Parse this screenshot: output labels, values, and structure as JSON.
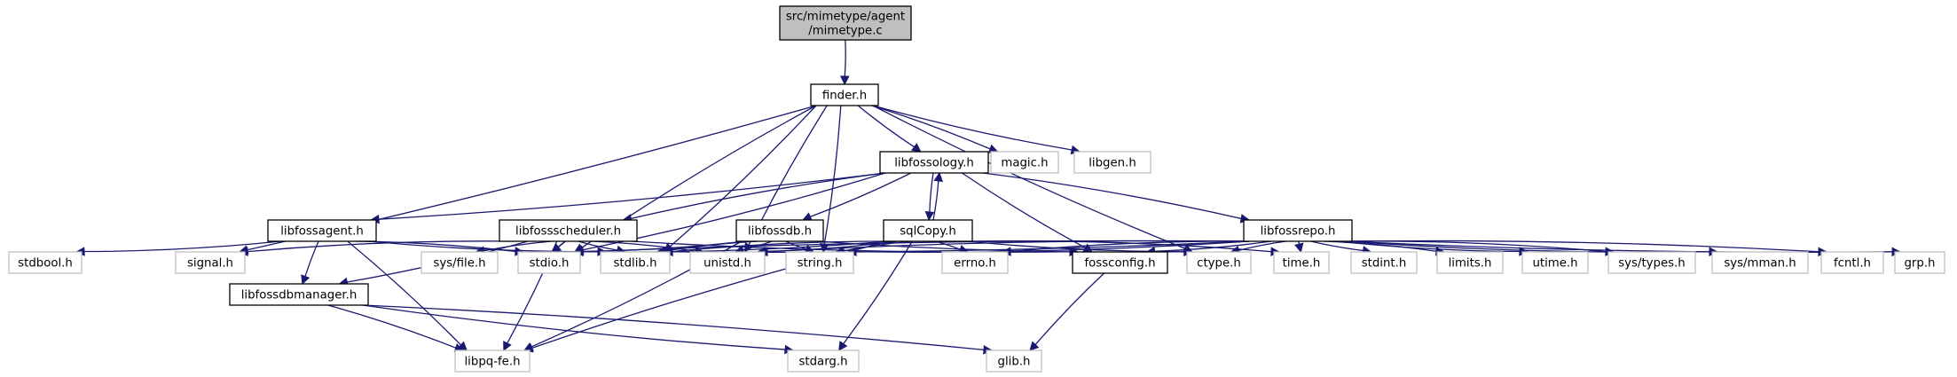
{
  "colors": {
    "edge": "#191970",
    "root_fill": "#bfbfbf",
    "doc_border": "#000000",
    "sys_border": "#bfbfbf"
  },
  "nodes": [
    {
      "id": "root",
      "kind": "root",
      "lines": [
        "src/mimetype/agent",
        "/mimetype.c"
      ]
    },
    {
      "id": "finder",
      "kind": "doc",
      "lines": [
        "finder.h"
      ]
    },
    {
      "id": "libfossology",
      "kind": "doc",
      "lines": [
        "libfossology.h"
      ]
    },
    {
      "id": "magic",
      "kind": "sys",
      "lines": [
        "magic.h"
      ]
    },
    {
      "id": "libgen",
      "kind": "sys",
      "lines": [
        "libgen.h"
      ]
    },
    {
      "id": "libfossagent",
      "kind": "doc",
      "lines": [
        "libfossagent.h"
      ]
    },
    {
      "id": "libfossscheduler",
      "kind": "doc",
      "lines": [
        "libfossscheduler.h"
      ]
    },
    {
      "id": "libfossdb",
      "kind": "doc",
      "lines": [
        "libfossdb.h"
      ]
    },
    {
      "id": "sqlcopy",
      "kind": "doc",
      "lines": [
        "sqlCopy.h"
      ]
    },
    {
      "id": "libfossrepo",
      "kind": "doc",
      "lines": [
        "libfossrepo.h"
      ]
    },
    {
      "id": "stdbool",
      "kind": "sys",
      "lines": [
        "stdbool.h"
      ]
    },
    {
      "id": "signal",
      "kind": "sys",
      "lines": [
        "signal.h"
      ]
    },
    {
      "id": "libfossdbmanager",
      "kind": "doc",
      "lines": [
        "libfossdbmanager.h"
      ]
    },
    {
      "id": "sysfile",
      "kind": "sys",
      "lines": [
        "sys/file.h"
      ]
    },
    {
      "id": "stdio",
      "kind": "sys",
      "lines": [
        "stdio.h"
      ]
    },
    {
      "id": "stdlib",
      "kind": "sys",
      "lines": [
        "stdlib.h"
      ]
    },
    {
      "id": "unistd",
      "kind": "sys",
      "lines": [
        "unistd.h"
      ]
    },
    {
      "id": "string",
      "kind": "sys",
      "lines": [
        "string.h"
      ]
    },
    {
      "id": "errno",
      "kind": "sys",
      "lines": [
        "errno.h"
      ]
    },
    {
      "id": "fossconfig",
      "kind": "doc",
      "lines": [
        "fossconfig.h"
      ]
    },
    {
      "id": "ctype",
      "kind": "sys",
      "lines": [
        "ctype.h"
      ]
    },
    {
      "id": "time",
      "kind": "sys",
      "lines": [
        "time.h"
      ]
    },
    {
      "id": "stdint",
      "kind": "sys",
      "lines": [
        "stdint.h"
      ]
    },
    {
      "id": "limits",
      "kind": "sys",
      "lines": [
        "limits.h"
      ]
    },
    {
      "id": "utime",
      "kind": "sys",
      "lines": [
        "utime.h"
      ]
    },
    {
      "id": "systypes",
      "kind": "sys",
      "lines": [
        "sys/types.h"
      ]
    },
    {
      "id": "sysmman",
      "kind": "sys",
      "lines": [
        "sys/mman.h"
      ]
    },
    {
      "id": "fcntl",
      "kind": "sys",
      "lines": [
        "fcntl.h"
      ]
    },
    {
      "id": "grp",
      "kind": "sys",
      "lines": [
        "grp.h"
      ]
    },
    {
      "id": "libpqfe",
      "kind": "sys",
      "lines": [
        "libpq-fe.h"
      ]
    },
    {
      "id": "stdarg",
      "kind": "sys",
      "lines": [
        "stdarg.h"
      ]
    },
    {
      "id": "glib",
      "kind": "sys",
      "lines": [
        "glib.h"
      ]
    }
  ],
  "edges": [
    [
      "root",
      "finder"
    ],
    [
      "finder",
      "libfossology"
    ],
    [
      "finder",
      "magic"
    ],
    [
      "finder",
      "libgen"
    ],
    [
      "finder",
      "signal"
    ],
    [
      "finder",
      "stdio"
    ],
    [
      "finder",
      "stdlib"
    ],
    [
      "finder",
      "unistd"
    ],
    [
      "finder",
      "string"
    ],
    [
      "finder",
      "ctype"
    ],
    [
      "libfossology",
      "libfossagent"
    ],
    [
      "libfossology",
      "libfossscheduler"
    ],
    [
      "libfossology",
      "libfossdb"
    ],
    [
      "libfossology",
      "sqlcopy"
    ],
    [
      "libfossology",
      "libfossrepo"
    ],
    [
      "libfossology",
      "fossconfig"
    ],
    [
      "libfossology",
      "stdio"
    ],
    [
      "sqlcopy",
      "libfossology"
    ],
    [
      "libfossagent",
      "stdbool"
    ],
    [
      "libfossagent",
      "libfossdbmanager"
    ],
    [
      "libfossagent",
      "stdio"
    ],
    [
      "libfossagent",
      "stdlib"
    ],
    [
      "libfossagent",
      "libpqfe"
    ],
    [
      "libfossscheduler",
      "signal"
    ],
    [
      "libfossscheduler",
      "libfossdbmanager"
    ],
    [
      "libfossscheduler",
      "sysfile"
    ],
    [
      "libfossscheduler",
      "stdio"
    ],
    [
      "libfossscheduler",
      "stdlib"
    ],
    [
      "libfossscheduler",
      "unistd"
    ],
    [
      "libfossscheduler",
      "fossconfig"
    ],
    [
      "libfossscheduler",
      "libpqfe"
    ],
    [
      "libfossscheduler",
      "stdio"
    ],
    [
      "libfossdb",
      "stdio"
    ],
    [
      "libfossdb",
      "stdlib"
    ],
    [
      "libfossdb",
      "unistd"
    ],
    [
      "libfossdb",
      "string"
    ],
    [
      "libfossdb",
      "libpqfe"
    ],
    [
      "libfossdb",
      "ctype"
    ],
    [
      "sqlcopy",
      "stdio"
    ],
    [
      "sqlcopy",
      "stdlib"
    ],
    [
      "sqlcopy",
      "unistd"
    ],
    [
      "sqlcopy",
      "string"
    ],
    [
      "sqlcopy",
      "errno"
    ],
    [
      "sqlcopy",
      "ctype"
    ],
    [
      "sqlcopy",
      "time"
    ],
    [
      "sqlcopy",
      "libpqfe"
    ],
    [
      "sqlcopy",
      "stdarg"
    ],
    [
      "libfossrepo",
      "stdio"
    ],
    [
      "libfossrepo",
      "stdlib"
    ],
    [
      "libfossrepo",
      "unistd"
    ],
    [
      "libfossrepo",
      "string"
    ],
    [
      "libfossrepo",
      "errno"
    ],
    [
      "libfossrepo",
      "fossconfig"
    ],
    [
      "libfossrepo",
      "ctype"
    ],
    [
      "libfossrepo",
      "time"
    ],
    [
      "libfossrepo",
      "stdint"
    ],
    [
      "libfossrepo",
      "limits"
    ],
    [
      "libfossrepo",
      "utime"
    ],
    [
      "libfossrepo",
      "systypes"
    ],
    [
      "libfossrepo",
      "sysmman"
    ],
    [
      "libfossrepo",
      "fcntl"
    ],
    [
      "libfossrepo",
      "grp"
    ],
    [
      "libfossdbmanager",
      "libpqfe"
    ],
    [
      "libfossdbmanager",
      "stdarg"
    ],
    [
      "libfossdbmanager",
      "glib"
    ],
    [
      "fossconfig",
      "glib"
    ]
  ]
}
